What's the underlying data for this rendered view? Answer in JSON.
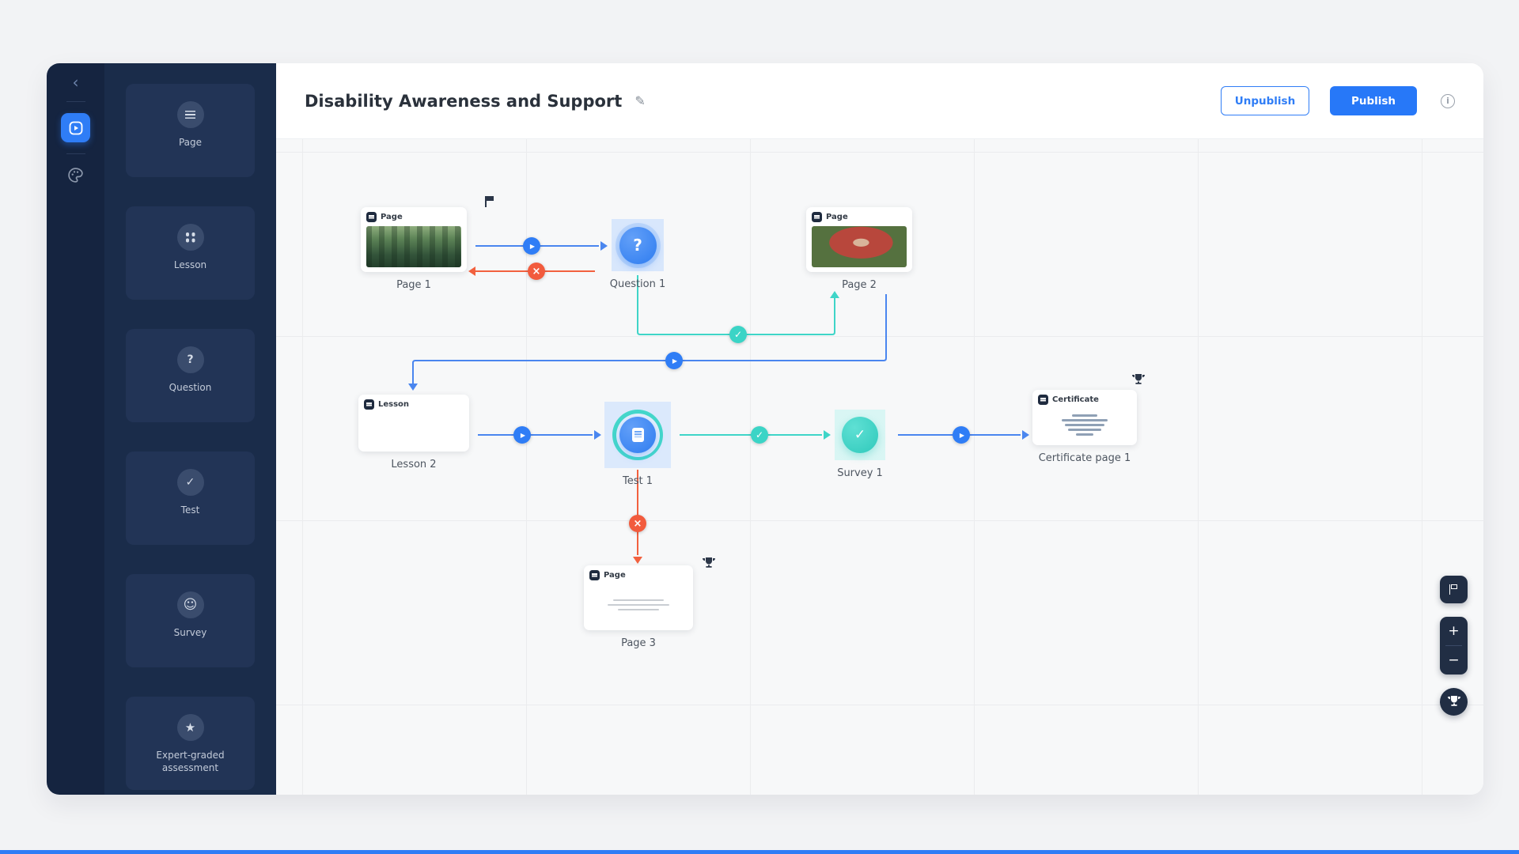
{
  "header": {
    "title": "Disability Awareness and Support",
    "unpublish": "Unpublish",
    "publish": "Publish"
  },
  "sidebar": {
    "blocks": [
      {
        "label": "Page"
      },
      {
        "label": "Lesson"
      },
      {
        "label": "Question"
      },
      {
        "label": "Test"
      },
      {
        "label": "Survey"
      },
      {
        "label": "Expert-graded assessment"
      }
    ]
  },
  "canvas": {
    "nodes": {
      "page1": {
        "type": "Page",
        "label": "Page 1"
      },
      "question1": {
        "label": "Question 1"
      },
      "page2": {
        "type": "Page",
        "label": "Page 2"
      },
      "lesson2": {
        "type": "Lesson",
        "label": "Lesson 2"
      },
      "test1": {
        "label": "Test 1"
      },
      "survey1": {
        "label": "Survey 1"
      },
      "certificate1": {
        "type": "Certificate",
        "label": "Certificate page 1"
      },
      "page3": {
        "type": "Page",
        "label": "Page 3"
      }
    }
  },
  "controls": {
    "zoom_in": "+",
    "zoom_out": "−"
  },
  "icons": {
    "play": "▶",
    "check": "✓",
    "cross": "×",
    "question": "?",
    "chevron_left": "‹",
    "star": "★",
    "smiley": "☺",
    "pencil": "✎",
    "info": "i"
  },
  "colors": {
    "accent_blue": "#2f7df6",
    "teal": "#3bd4c6",
    "red": "#f25b3d",
    "sidebar_navy": "#152440",
    "canvas_bg": "#f7f8f9"
  }
}
